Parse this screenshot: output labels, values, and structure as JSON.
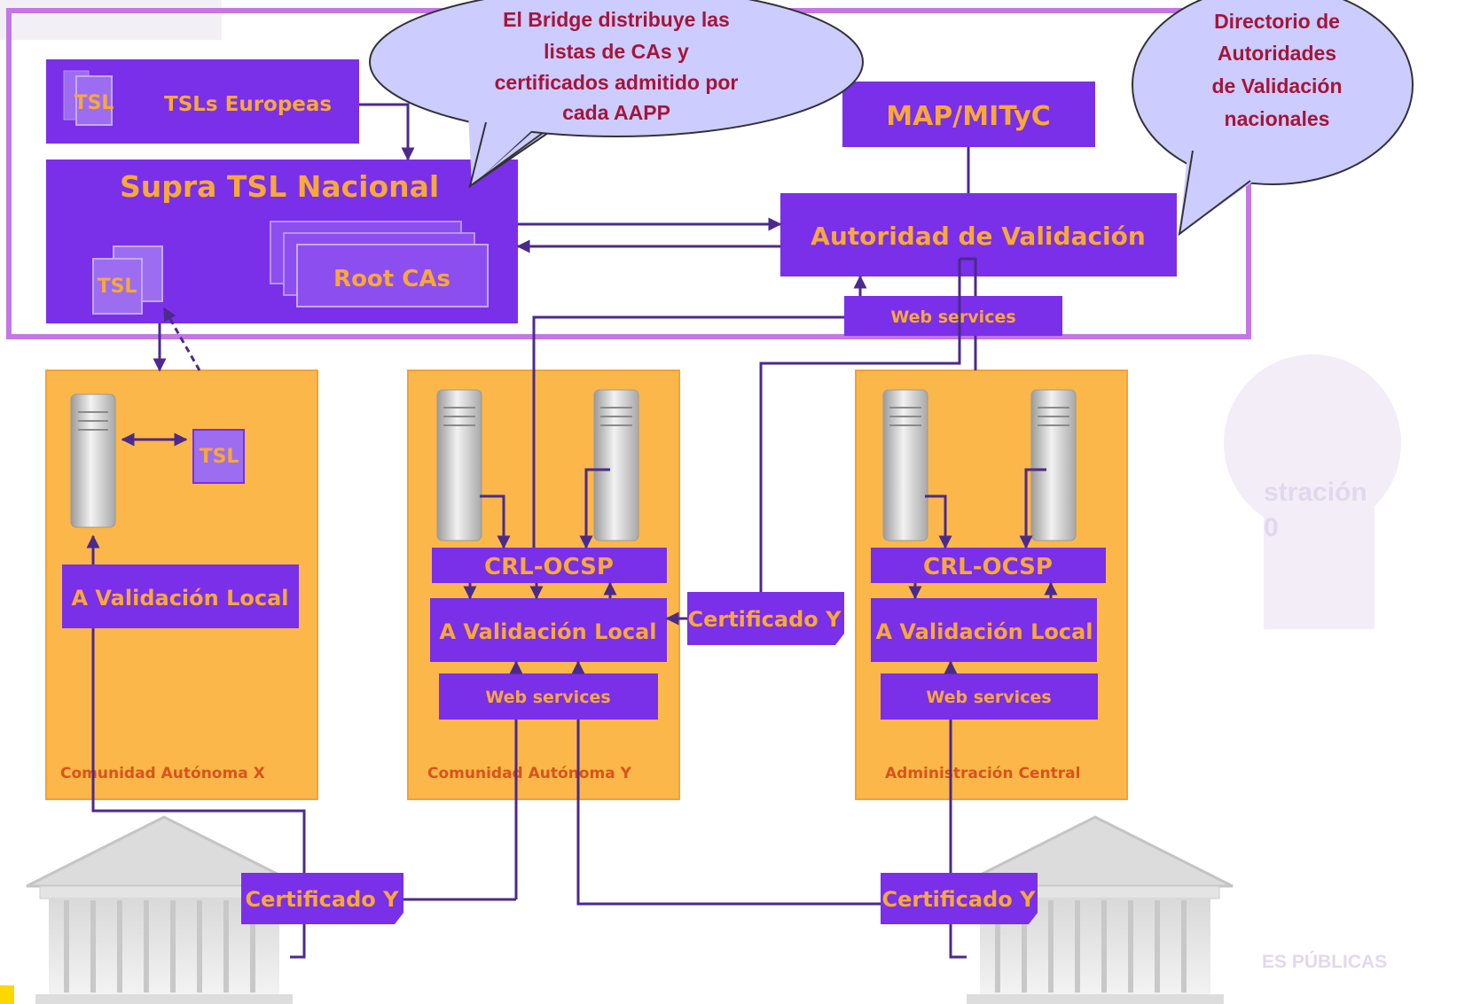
{
  "bubble_bridge": [
    "El Bridge distribuye las",
    "listas de CAs  y",
    "certificados admitido por",
    "cada AAPP"
  ],
  "bubble_directory": [
    "Directorio de",
    "Autoridades",
    "de Validación",
    "nacionales"
  ],
  "tsl_europeas": "TSLs Europeas",
  "supra_tsl": "Supra TSL Nacional",
  "root_cas": "Root CAs",
  "map_mityc": "MAP/MITyC",
  "autoridad_validacion": "Autoridad de Validación",
  "web_services": "Web services",
  "tsl": "TSL",
  "crl_ocsp": "CRL-OCSP",
  "a_validacion_local": "A Validación Local",
  "certificado_y": "Certificado Y",
  "comunidad_x": "Comunidad Autónoma X",
  "comunidad_y": "Comunidad Autónoma Y",
  "administracion_central": "Administración Central",
  "background_text": [
    "stración",
    "0",
    "ES PÚBLICAS"
  ],
  "colors": {
    "purple": "#7a2fe8",
    "orange": "#fbb74a",
    "border": "#c377e6",
    "bubble_fill": "#ccccff",
    "bubble_text": "#a5153a",
    "label_orange": "#f7a83a"
  }
}
